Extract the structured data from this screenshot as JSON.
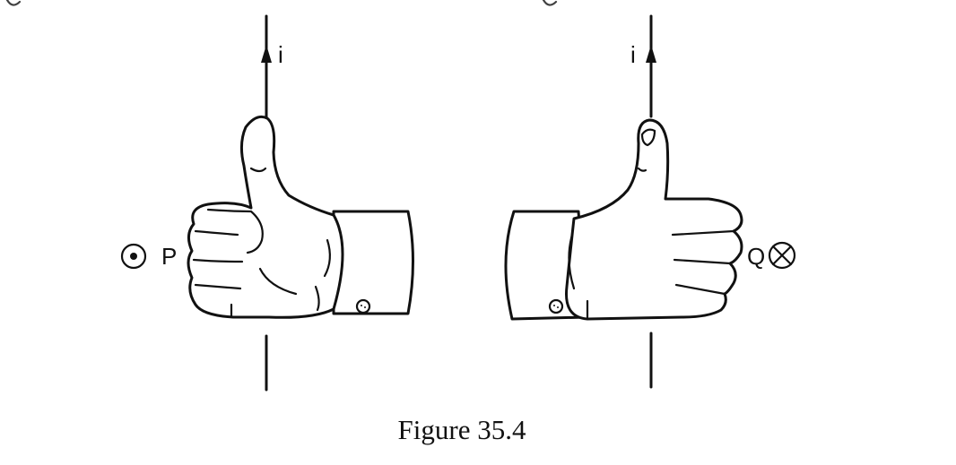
{
  "figure": {
    "caption": "Figure 35.4",
    "left": {
      "current_label": "i",
      "point_label": "P",
      "field_symbol": "dot-in-circle-icon"
    },
    "right": {
      "current_label": "i",
      "point_label": "Q",
      "field_symbol": "cross-in-circle-icon"
    }
  }
}
